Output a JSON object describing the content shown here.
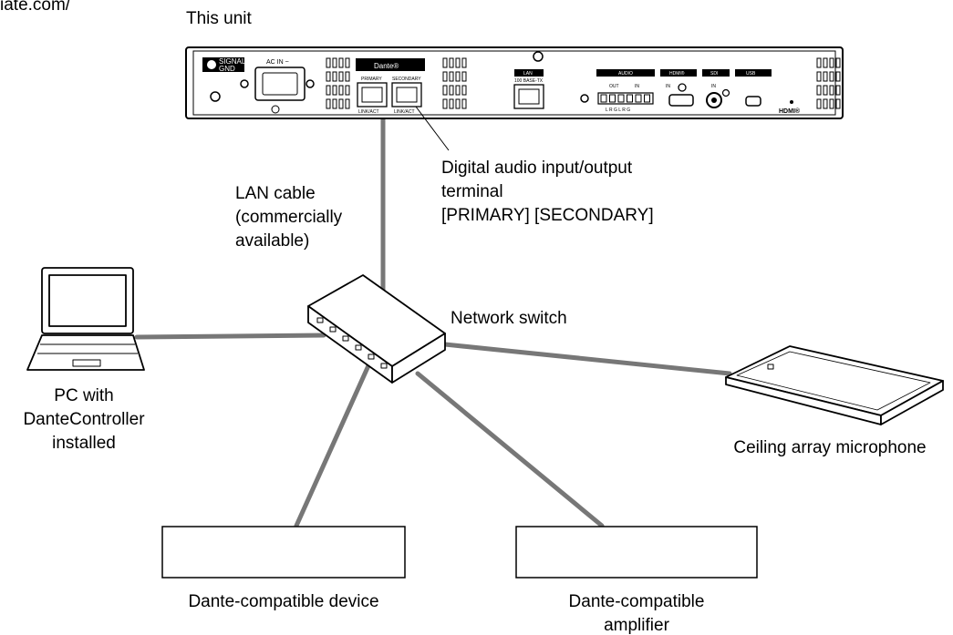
{
  "header": {
    "url_fragment": "iate.com/"
  },
  "labels": {
    "this_unit": "This unit",
    "lan_cable": [
      "LAN cable",
      "(commercially",
      "available)"
    ],
    "digital_terminal": [
      "Digital audio input/output",
      "terminal",
      "[PRIMARY] [SECONDARY]"
    ],
    "network_switch": "Network switch",
    "pc": [
      "PC with",
      "DanteController",
      "installed"
    ],
    "ceiling_mic": "Ceiling array microphone",
    "dante_device": "Dante-compatible device",
    "dante_amplifier": [
      "Dante-compatible",
      "amplifier"
    ]
  },
  "panel": {
    "signal_gnd": [
      "SIGNAL",
      "GND"
    ],
    "ac_in": "AC IN ~",
    "dante_brand": "Dante®",
    "primary": "PRIMARY",
    "secondary": "SECONDARY",
    "link_act": "LINK/ACT",
    "lan": "LAN",
    "lan_spec": "100 BASE-TX",
    "audio": "AUDIO",
    "audio_out": "OUT",
    "audio_in": "IN",
    "audio_pins": "L R G  L R G",
    "hdmi": "HDMI®",
    "hdmi_in": "IN",
    "sdi": "SDI",
    "sdi_in": "IN",
    "usb": "USB",
    "hdmi_logo": "HDMI®"
  },
  "colors": {
    "cable": "#777777",
    "outline": "#000000",
    "panel_label_bg": "#000000"
  }
}
